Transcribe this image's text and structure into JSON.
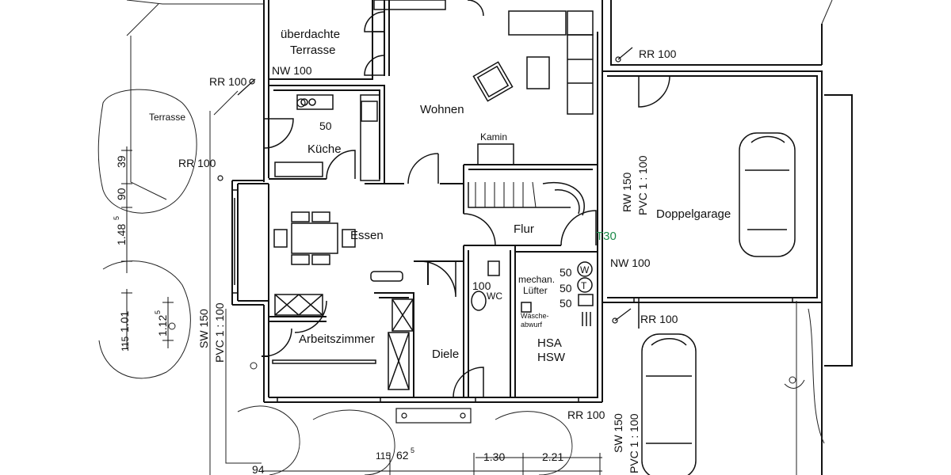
{
  "rooms": {
    "terrace_covered_1": "überdachte",
    "terrace_covered_2": "Terrasse",
    "terrace": "Terrasse",
    "living": "Wohnen",
    "fireplace": "Kamin",
    "kitchen": "Küche",
    "dining": "Essen",
    "hall": "Flur",
    "garage": "Doppelgarage",
    "office": "Arbeitszimmer",
    "entrance": "Diele",
    "wc": "WC",
    "hsa": "HSA",
    "hsw": "HSW",
    "ventilation_1": "mechan.",
    "ventilation_2": "Lüfter",
    "laundry_1": "Wäsche-",
    "laundry_2": "abwurf"
  },
  "pipes": {
    "nw100_top": "NW 100",
    "rr100_top_left": "RR 100",
    "rr100_left": "RR 100",
    "rr100_top_right": "RR 100",
    "rr100_mid_right": "RR 100",
    "rr100_bottom": "RR 100",
    "nw100_right": "NW 100",
    "rw150": "RW 150",
    "pvc_right": "PVC 1 : 100",
    "sw150_left": "SW 150",
    "pvc_left": "PVC 1 : 100",
    "sw150_bottom": "SW 150",
    "pvc_bottom": "PVC 1 : 100"
  },
  "values": {
    "kitchen_50": "50",
    "wc_100": "100",
    "util_50_a": "50",
    "util_50_b": "50",
    "util_50_c": "50",
    "door_rating": "T30"
  },
  "dimensions": {
    "left_39": "39",
    "left_90": "90",
    "left_148": "1.48",
    "left_148_sup": "5",
    "left_115": "115",
    "left_101": "1.01",
    "left_112": "1.12",
    "left_112_sup": "5",
    "bottom_94": "94",
    "bottom_115": "115",
    "bottom_625": "62",
    "bottom_625_sup": "5",
    "bottom_130": "1.30",
    "bottom_221": "2.21"
  },
  "icons": {
    "meter_w": "W",
    "meter_t": "T"
  }
}
